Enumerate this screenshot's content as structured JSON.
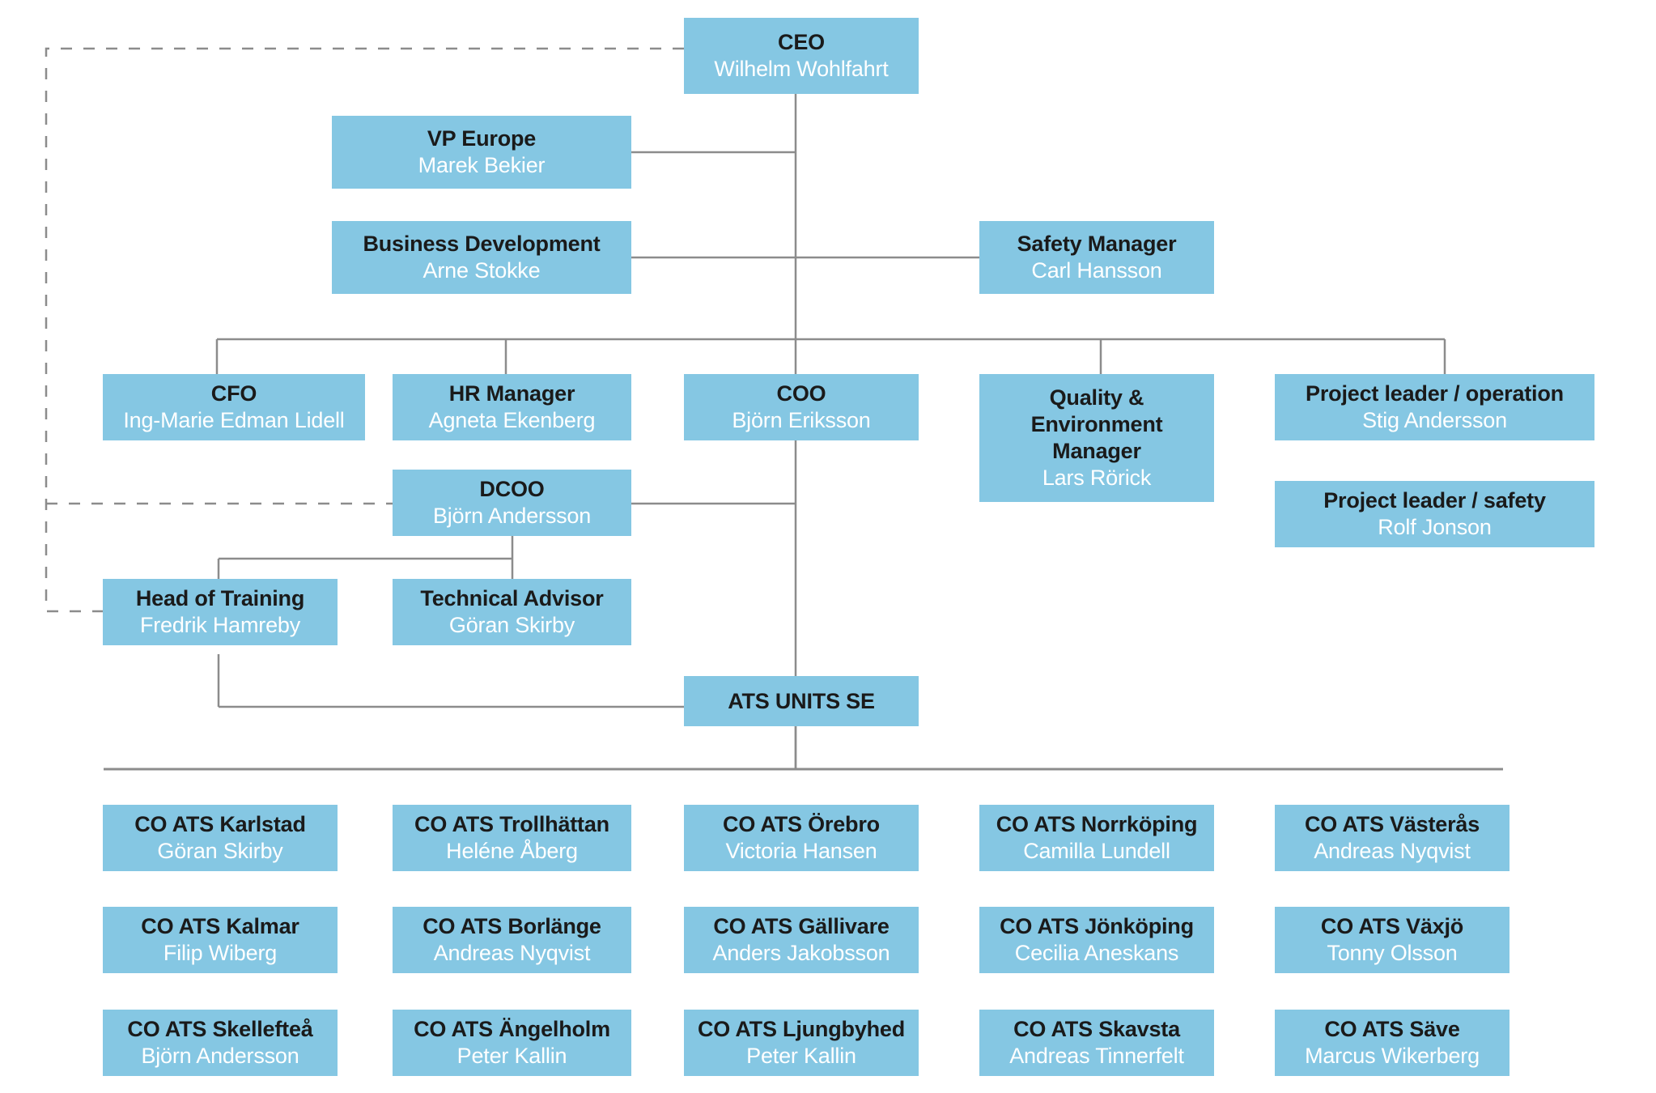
{
  "diagram": {
    "kind": "organization-chart",
    "box_color": "#85c7e3",
    "title_color": "#1a1a1a",
    "person_color": "#ffffff",
    "line_color": "#8c8c8c",
    "dashed_line_color": "#8c8c8c"
  },
  "nodes": {
    "ceo": {
      "title": "CEO",
      "person": "Wilhelm Wohlfahrt"
    },
    "vp_europe": {
      "title": "VP Europe",
      "person": "Marek Bekier"
    },
    "bizdev": {
      "title": "Business Development",
      "person": "Arne Stokke"
    },
    "safety": {
      "title": "Safety Manager",
      "person": "Carl Hansson"
    },
    "cfo": {
      "title": "CFO",
      "person": "Ing-Marie Edman Lidell"
    },
    "hr": {
      "title": "HR Manager",
      "person": "Agneta Ekenberg"
    },
    "coo": {
      "title": "COO",
      "person": "Björn Eriksson"
    },
    "quality": {
      "title": "Quality & Environment Manager",
      "person": "Lars Rörick"
    },
    "pl_op": {
      "title": "Project leader / operation",
      "person": "Stig Andersson"
    },
    "pl_safety": {
      "title": "Project leader / safety",
      "person": "Rolf Jonson"
    },
    "dcoo": {
      "title": "DCOO",
      "person": "Björn Andersson"
    },
    "training": {
      "title": "Head of Training",
      "person": "Fredrik Hamreby"
    },
    "techadv": {
      "title": "Technical Advisor",
      "person": "Göran Skirby"
    },
    "ats_units": {
      "title": "ATS UNITS SE",
      "person": ""
    }
  },
  "ats_rows": [
    [
      {
        "title": "CO ATS Karlstad",
        "person": "Göran Skirby"
      },
      {
        "title": "CO ATS Trollhättan",
        "person": "Heléne Åberg"
      },
      {
        "title": "CO ATS Örebro",
        "person": "Victoria Hansen"
      },
      {
        "title": "CO ATS Norrköping",
        "person": "Camilla Lundell"
      },
      {
        "title": "CO ATS Västerås",
        "person": "Andreas Nyqvist"
      }
    ],
    [
      {
        "title": "CO ATS Kalmar",
        "person": "Filip Wiberg"
      },
      {
        "title": "CO ATS Borlänge",
        "person": "Andreas Nyqvist"
      },
      {
        "title": "CO ATS Gällivare",
        "person": "Anders Jakobsson"
      },
      {
        "title": "CO ATS Jönköping",
        "person": "Cecilia Aneskans"
      },
      {
        "title": "CO ATS Växjö",
        "person": "Tonny Olsson"
      }
    ],
    [
      {
        "title": "CO ATS Skellefteå",
        "person": "Björn Andersson"
      },
      {
        "title": "CO ATS Ängelholm",
        "person": "Peter Kallin"
      },
      {
        "title": "CO ATS Ljungbyhed",
        "person": "Peter Kallin"
      },
      {
        "title": "CO ATS Skavsta",
        "person": "Andreas Tinnerfelt"
      },
      {
        "title": "CO ATS Säve",
        "person": "Marcus Wikerberg"
      }
    ]
  ]
}
